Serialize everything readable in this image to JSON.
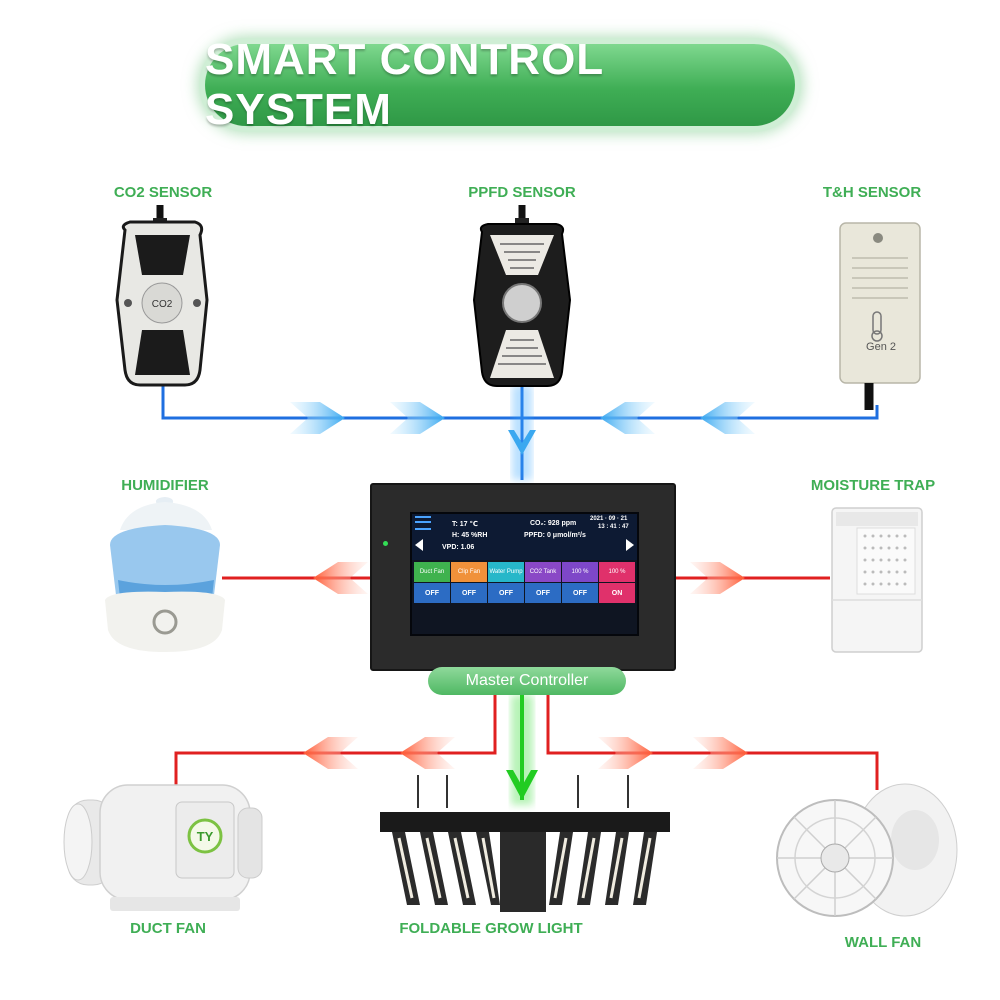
{
  "title": "SMART CONTROL SYSTEM",
  "sensors": [
    {
      "label": "CO2 SENSOR",
      "device_text": "CO2"
    },
    {
      "label": "PPFD SENSOR"
    },
    {
      "label": "T&H SENSOR",
      "device_text": "Gen 2"
    }
  ],
  "side_devices": [
    {
      "label": "HUMIDIFIER"
    },
    {
      "label": "MOISTURE TRAP"
    }
  ],
  "outputs": [
    {
      "label": "DUCT FAN",
      "logo": "TY"
    },
    {
      "label": "FOLDABLE GROW LIGHT"
    },
    {
      "label": "WALL FAN"
    }
  ],
  "controller": {
    "label": "Master Controller",
    "date": "2021 · 09 · 21",
    "time": "13 : 41 : 47",
    "readings": {
      "t": "T:    17  ℃",
      "h": "H:    45   %RH",
      "vpd": "VPD:  1.06",
      "co2": "CO₂:   928   ppm",
      "ppfd": "PPFD:    0    μmol/m²/s"
    },
    "channels": [
      {
        "name": "Duct Fan",
        "color": "#3fb24e",
        "state": "OFF"
      },
      {
        "name": "Clip Fan",
        "color": "#f0913a",
        "state": "OFF"
      },
      {
        "name": "Water Pump",
        "color": "#27b7c9",
        "state": "OFF"
      },
      {
        "name": "CO2 Tank",
        "color": "#8a48c6",
        "state": "OFF"
      },
      {
        "name": "100 %",
        "color": "#7e47c8",
        "state": "OFF"
      },
      {
        "name": "100 %",
        "color": "#e0316b",
        "state": "ON"
      }
    ]
  },
  "colors": {
    "accent_green": "#3fae55",
    "input_line_blue": "#1f6fe0",
    "output_line_red": "#e02020",
    "grow_light_line_green": "#22cc22"
  }
}
